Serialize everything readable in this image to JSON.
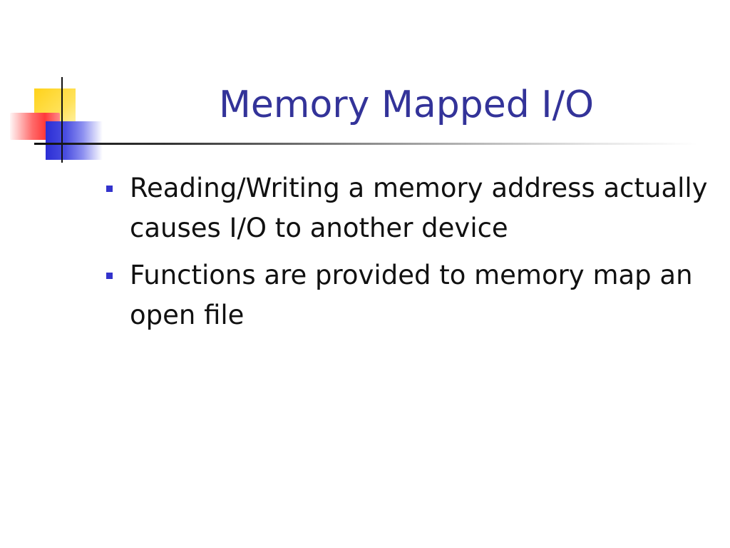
{
  "slide": {
    "title": "Memory Mapped I/O",
    "bullets": [
      {
        "text": "Reading/Writing a memory address actually causes I/O to another device"
      },
      {
        "text": "Functions are provided to memory map an open file"
      }
    ]
  },
  "colors": {
    "title": "#333399",
    "bullet_marker": "#3333cc",
    "body_text": "#111111",
    "logo_yellow": "#ffd21a",
    "logo_red": "#ff3b3b",
    "logo_blue": "#2b2ed6"
  }
}
